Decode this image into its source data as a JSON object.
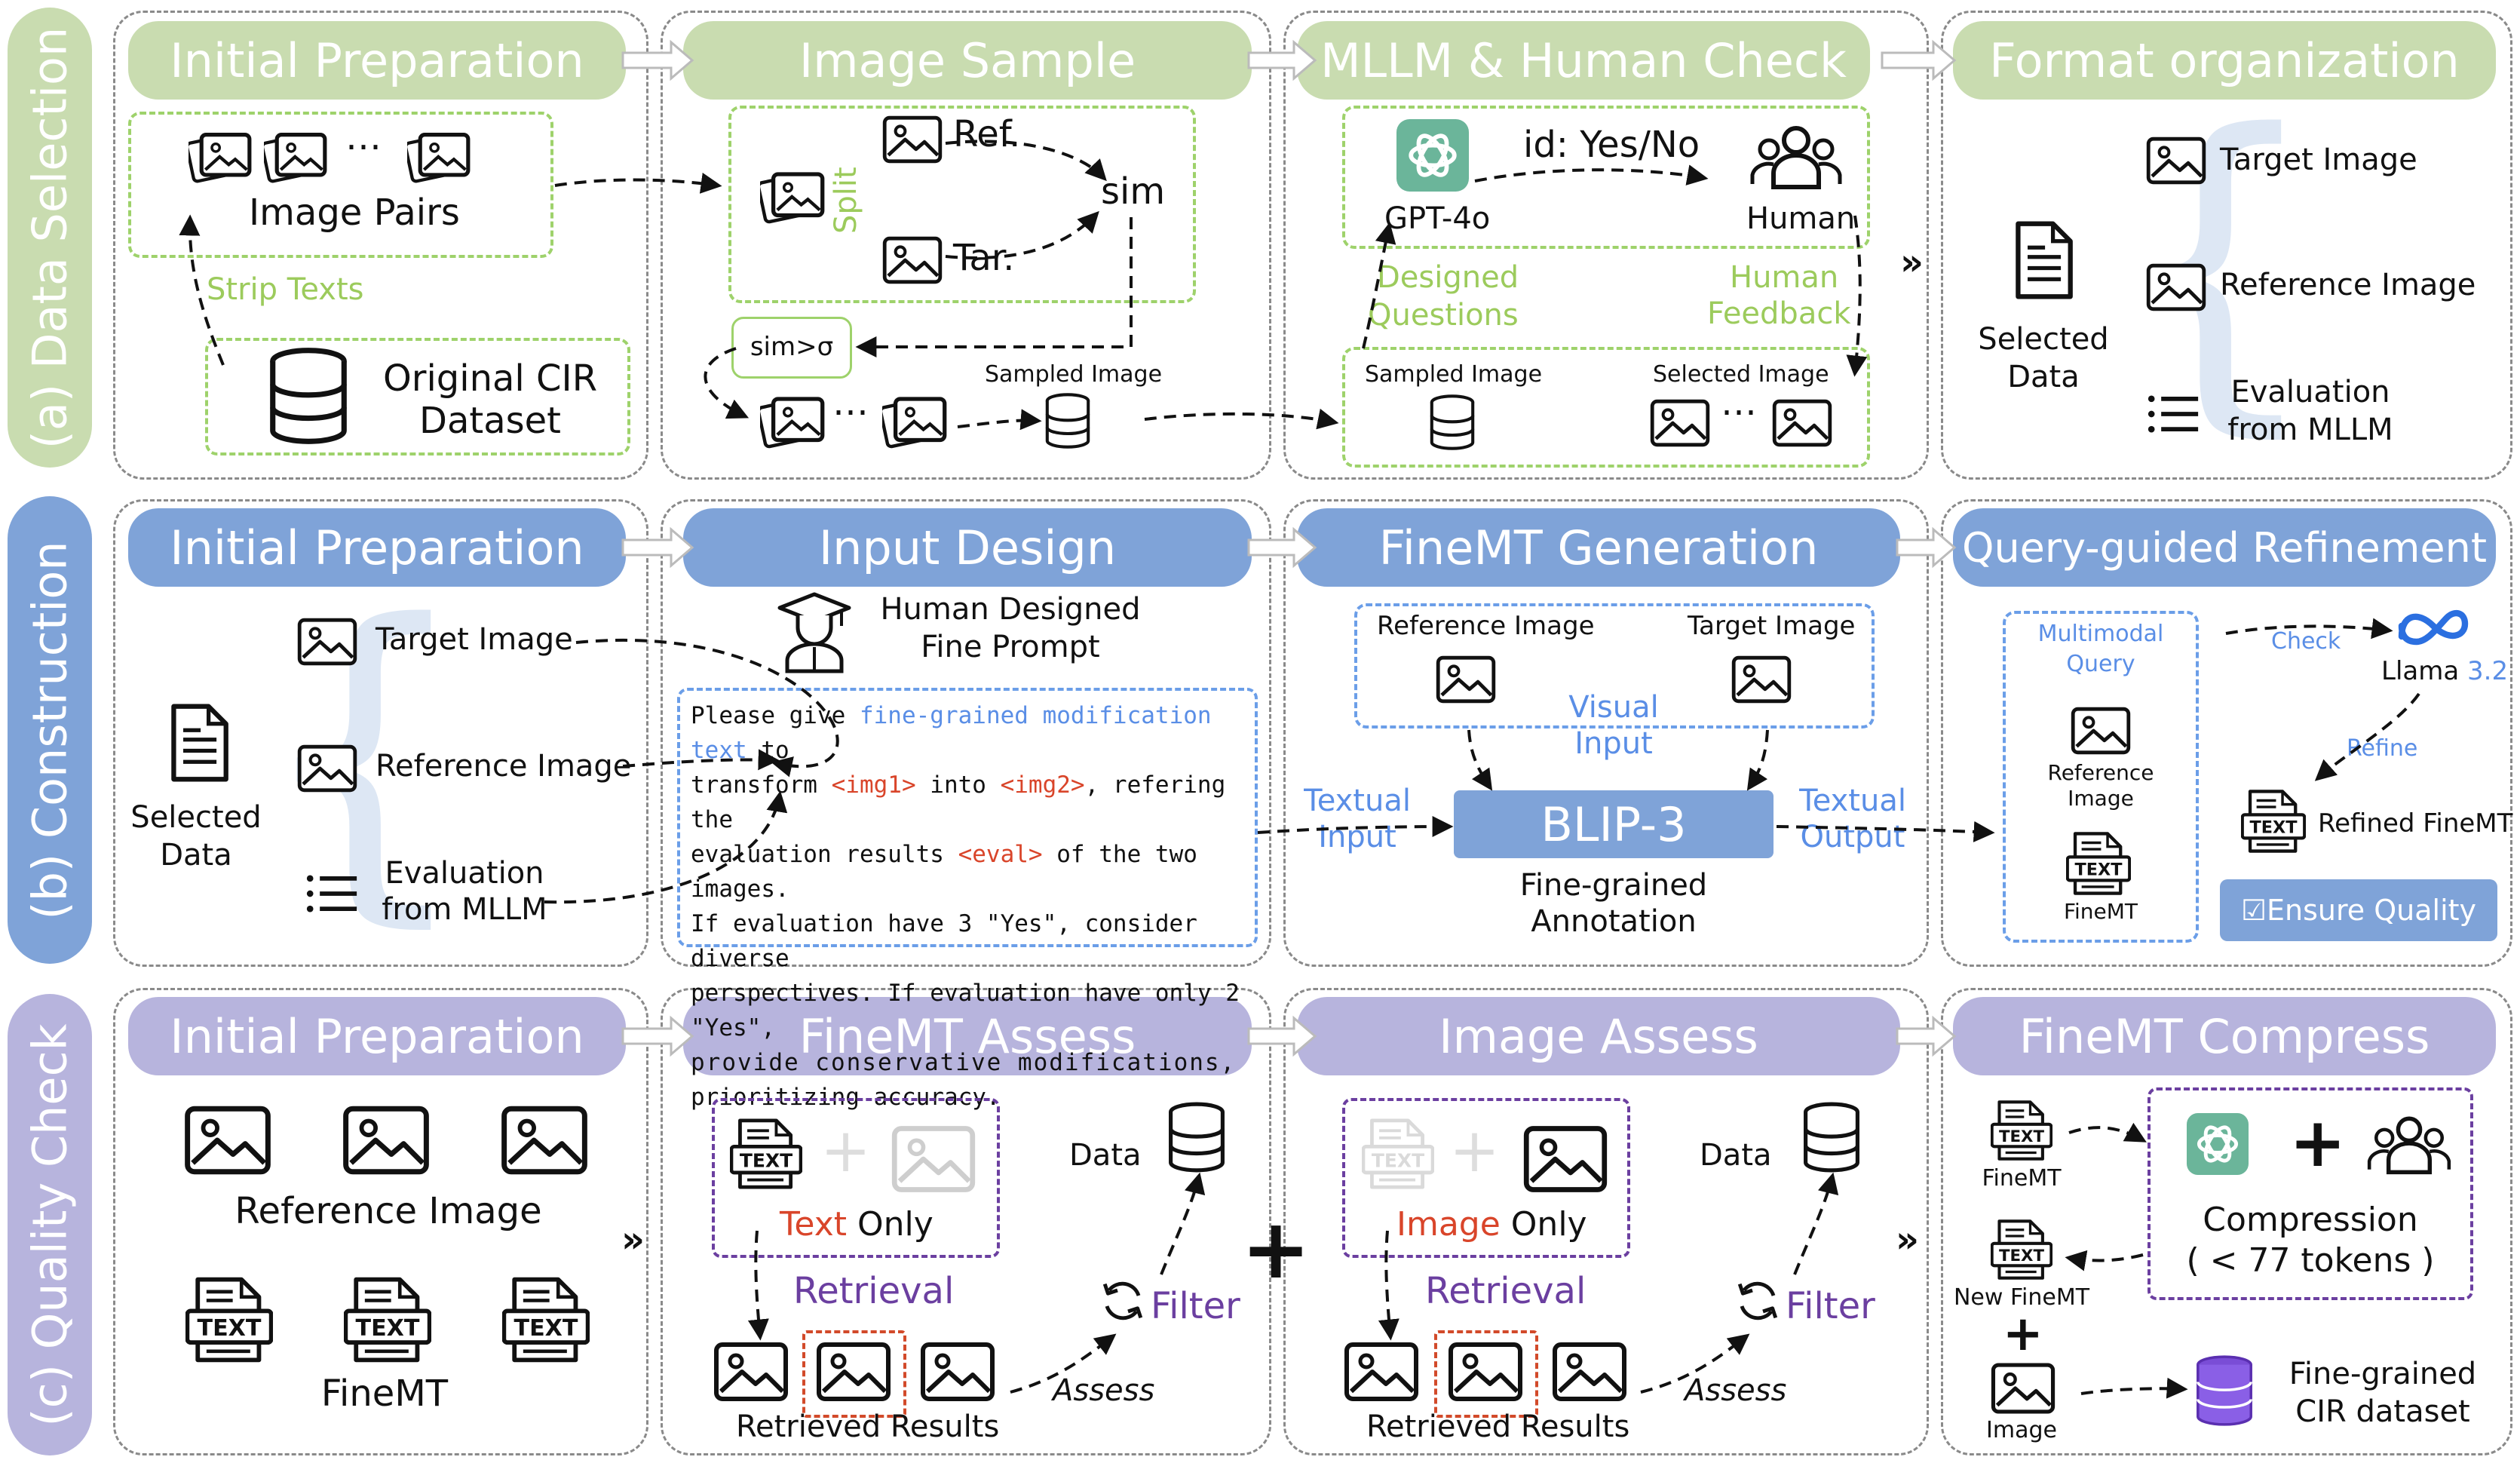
{
  "colors": {
    "selection": "#c9dcb0",
    "construction": "#7fa3d8",
    "quality": "#b7b4dd",
    "green_text": "#9ccb5c",
    "blue_text": "#5a8ee6",
    "purple_text": "#6b3fa0",
    "red_text": "#d9452a"
  },
  "rows": {
    "a": {
      "label": "(a) Data Selection",
      "banners": [
        "Initial Preparation",
        "Image Sample",
        "MLLM & Human Check",
        "Format organization"
      ],
      "image_pairs": "Image Pairs",
      "strip_texts": "Strip Texts",
      "dataset_line1": "Original CIR",
      "dataset_line2": "Dataset",
      "split": "Split",
      "ref": "Ref.",
      "tar": "Tar.",
      "sim": "sim",
      "sim_sigma": "sim>σ",
      "sampled_image": "Sampled Image",
      "gpt": "GPT-4o",
      "id_yesno": "id: Yes/No",
      "human": "Human",
      "designed_questions_1": "Designed",
      "designed_questions_2": "Questions",
      "human_feedback_1": "Human",
      "human_feedback_2": "Feedback",
      "sampled_image_2": "Sampled Image",
      "selected_image": "Selected Image",
      "selected_data_1": "Selected",
      "selected_data_2": "Data",
      "target_image": "Target Image",
      "reference_image": "Reference Image",
      "evaluation_1": "Evaluation",
      "evaluation_2": "from MLLM"
    },
    "b": {
      "label": "(b) Construction",
      "banners": [
        "Initial Preparation",
        "Input Design",
        "FineMT Generation",
        "Query-guided Refinement"
      ],
      "selected_data_1": "Selected",
      "selected_data_2": "Data",
      "target_image": "Target Image",
      "reference_image": "Reference Image",
      "evaluation_1": "Evaluation",
      "evaluation_2": "from MLLM",
      "human_prompt_1": "Human Designed",
      "human_prompt_2": "Fine Prompt",
      "prompt_lines": {
        "l1a": "Please give ",
        "l1b": "fine-grained modification text",
        "l1c": " to",
        "l2a": "transform ",
        "l2b": "<img1>",
        "l2c": " into ",
        "l2d": "<img2>",
        "l2e": ", refering the",
        "l3a": "evaluation results ",
        "l3b": "<eval>",
        "l3c": " of the two images.",
        "l4": "If evaluation have 3 \"Yes\", consider diverse",
        "l5": "perspectives. If evaluation have only 2 \"Yes\",",
        "l6": "provide conservative modifications,",
        "l7": "prioritizing accuracy."
      },
      "ref_image": "Reference Image",
      "tar_image": "Target Image",
      "visual_input_1": "Visual",
      "visual_input_2": "Input",
      "textual_input_1": "Textual",
      "textual_input_2": "Input",
      "blip": "BLIP-3",
      "textual_output_1": "Textual",
      "textual_output_2": "Output",
      "annotation_1": "Fine-grained",
      "annotation_2": "Annotation",
      "mm_query_1": "Multimodal",
      "mm_query_2": "Query",
      "ref_image_1": "Reference",
      "ref_image_2": "Image",
      "finemt": "FineMT",
      "check": "Check",
      "llama": "Llama",
      "llama_ver": "3.2",
      "refine": "Refine",
      "refined": "Refined FineMT",
      "ensure": "☑Ensure Quality"
    },
    "c": {
      "label": "(c) Quality Check",
      "banners": [
        "Initial Preparation",
        "FineMT Assess",
        "Image Assess",
        "FineMT Compress"
      ],
      "reference_image": "Reference Image",
      "finemt": "FineMT",
      "text_label": "TEXT",
      "text_word": "Text",
      "image_word": "Image",
      "only": " Only",
      "retrieval": "Retrieval",
      "data": "Data",
      "filter": "Filter",
      "assess": "Assess",
      "retrieved": "Retrieved Results",
      "finemt_small": "FineMT",
      "new_finemt": "New FineMT",
      "image_small": "Image",
      "compression": "Compression",
      "tokens": "( < 77 tokens )",
      "fg_1": "Fine-grained",
      "fg_2": "CIR dataset"
    }
  }
}
